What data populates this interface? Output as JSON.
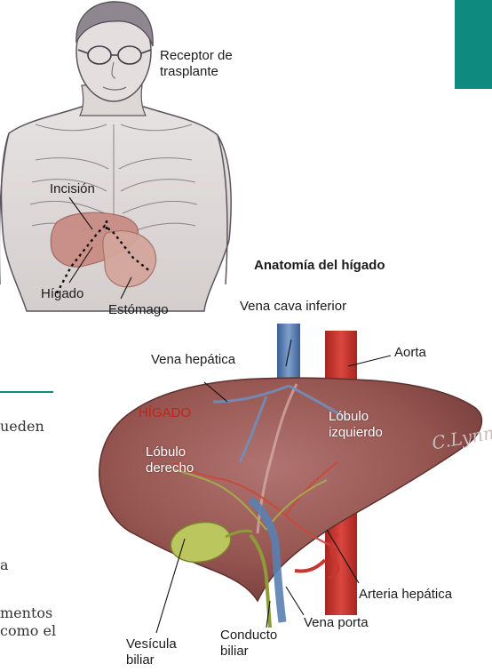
{
  "colors": {
    "teal": "#0f8a7e",
    "liver": "#9b5a55",
    "liver_dark": "#7a3e3b",
    "aorta": "#c8362f",
    "vein_blue": "#5a7fb0",
    "bile_green": "#9aa24a",
    "gallbladder": "#b8c25c",
    "skin": "#ddd8d6",
    "sketch_line": "#5c5560",
    "highlight_label": "#c0241c"
  },
  "labels": {
    "receptor": "Receptor de\ntrasplante",
    "incision": "Incisión",
    "higado_small": "Hígado",
    "estomago": "Estómago",
    "anatomia_title": "Anatomía del hígado",
    "vena_cava": "Vena cava inferior",
    "aorta": "Aorta",
    "vena_hepatica": "Vena hepática",
    "higado_caps": "HÍGADO",
    "lobulo_izq": "Lóbulo\nizquierdo",
    "lobulo_der": "Lóbulo\nderecho",
    "arteria_hepatica": "Arteria hepática",
    "vena_porta": "Vena porta",
    "conducto_biliar": "Conducto\nbiliar",
    "vesicula_biliar": "Vesícula\nbiliar"
  },
  "signature": "C.Lynm",
  "text_fragments": [
    "ueden",
    "a",
    "mentos",
    "como el"
  ]
}
